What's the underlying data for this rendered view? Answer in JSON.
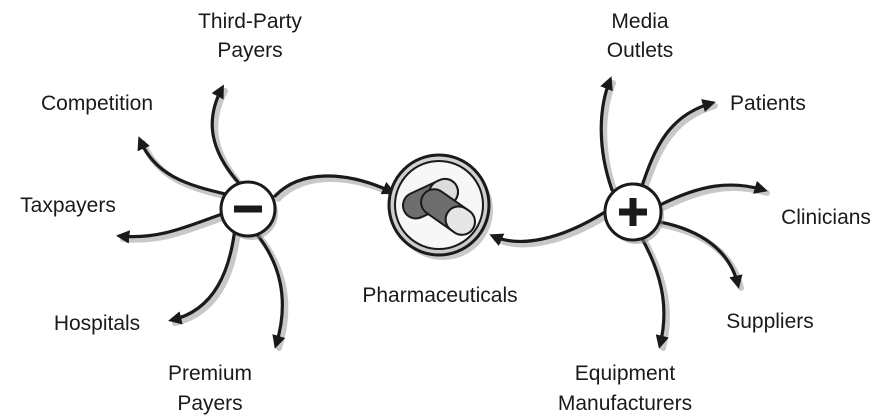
{
  "center_label": "Pharmaceuticals",
  "negative_hub": {
    "symbol": "minus",
    "stakeholders": [
      "Third-Party Payers",
      "Competition",
      "Taxpayers",
      "Hospitals",
      "Premium Payers"
    ]
  },
  "positive_hub": {
    "symbol": "plus",
    "stakeholders": [
      "Media Outlets",
      "Patients",
      "Clinicians",
      "Suppliers",
      "Equipment Manufacturers"
    ]
  },
  "labels": {
    "third_party_l1": "Third-Party",
    "third_party_l2": "Payers",
    "competition": "Competition",
    "taxpayers": "Taxpayers",
    "hospitals": "Hospitals",
    "premium_l1": "Premium",
    "premium_l2": "Payers",
    "media_l1": "Media",
    "media_l2": "Outlets",
    "patients": "Patients",
    "clinicians": "Clinicians",
    "suppliers": "Suppliers",
    "equipment_l1": "Equipment",
    "equipment_l2": "Manufacturers"
  },
  "colors": {
    "ink": "#1a1a1a",
    "pill_dark": "#6e6e6e",
    "pill_light": "#dcdcdc",
    "background": "#ffffff"
  },
  "icons": [
    "minus-icon",
    "plus-icon",
    "pill-icon"
  ]
}
